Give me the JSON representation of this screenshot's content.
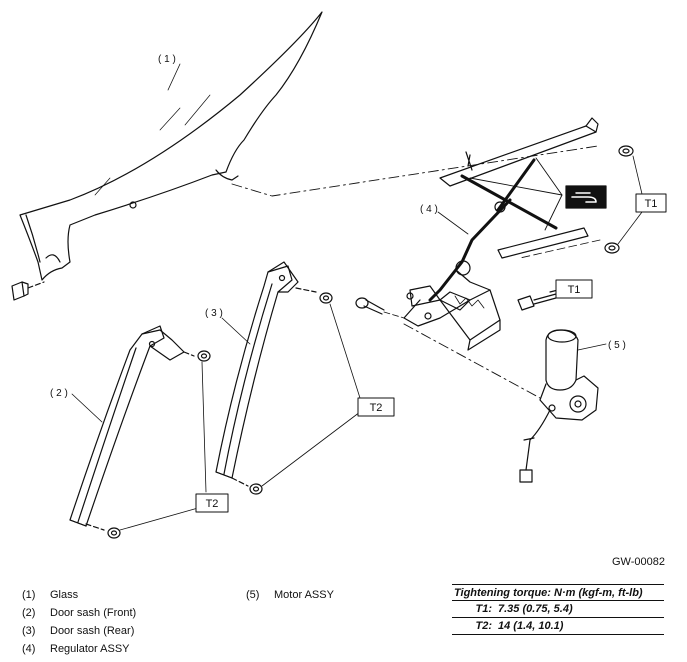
{
  "callouts": {
    "glass": "( 1 )",
    "door_sash_front": "( 2 )",
    "door_sash_rear": "( 3 )",
    "regulator": "( 4 )",
    "motor": "( 5 )"
  },
  "torque_tags": {
    "t1_upper": "T1",
    "t1_lower": "T1",
    "t2_front": "T2",
    "t2_rear": "T2"
  },
  "figure_code": "GW-00082",
  "legend": [
    {
      "num": "(1)",
      "label": "Glass"
    },
    {
      "num": "(2)",
      "label": "Door sash (Front)"
    },
    {
      "num": "(3)",
      "label": "Door sash (Rear)"
    },
    {
      "num": "(4)",
      "label": "Regulator ASSY"
    },
    {
      "num": "(5)",
      "label": "Motor ASSY"
    }
  ],
  "torque_table": {
    "heading": "Tightening torque: N·m (kgf-m, ft-lb)",
    "rows": [
      {
        "key": "T1:",
        "value": "7.35 (0.75, 5.4)"
      },
      {
        "key": "T2:",
        "value": "14 (1.4, 10.1)"
      }
    ]
  },
  "icons": {
    "grease": "grease-hand-icon"
  }
}
